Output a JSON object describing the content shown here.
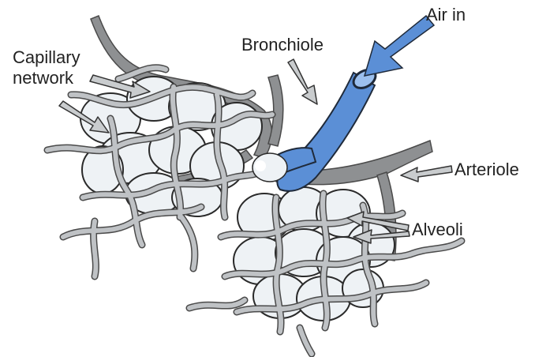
{
  "labels": {
    "capillary_line1": "Capillary",
    "capillary_line2": "network",
    "bronchiole": "Bronchiole",
    "air_in": "Air in",
    "arteriole": "Arteriole",
    "alveoli": "Alveoli"
  },
  "colors": {
    "background": "#ffffff",
    "bronchiole_fill": "#5b8fd6",
    "bronchiole_outline": "#1f2a3a",
    "alveolus_fill": "#eef2f5",
    "alveolus_outline": "#2a2a2a",
    "vessel_fill": "#bfc2c5",
    "vessel_outline": "#4a4a4a",
    "arteriole_fill": "#8e9092",
    "arrow_fill": "#c9ccce",
    "arrow_outline": "#333333",
    "air_arrow_fill": "#5b8fd6",
    "text": "#222222"
  }
}
